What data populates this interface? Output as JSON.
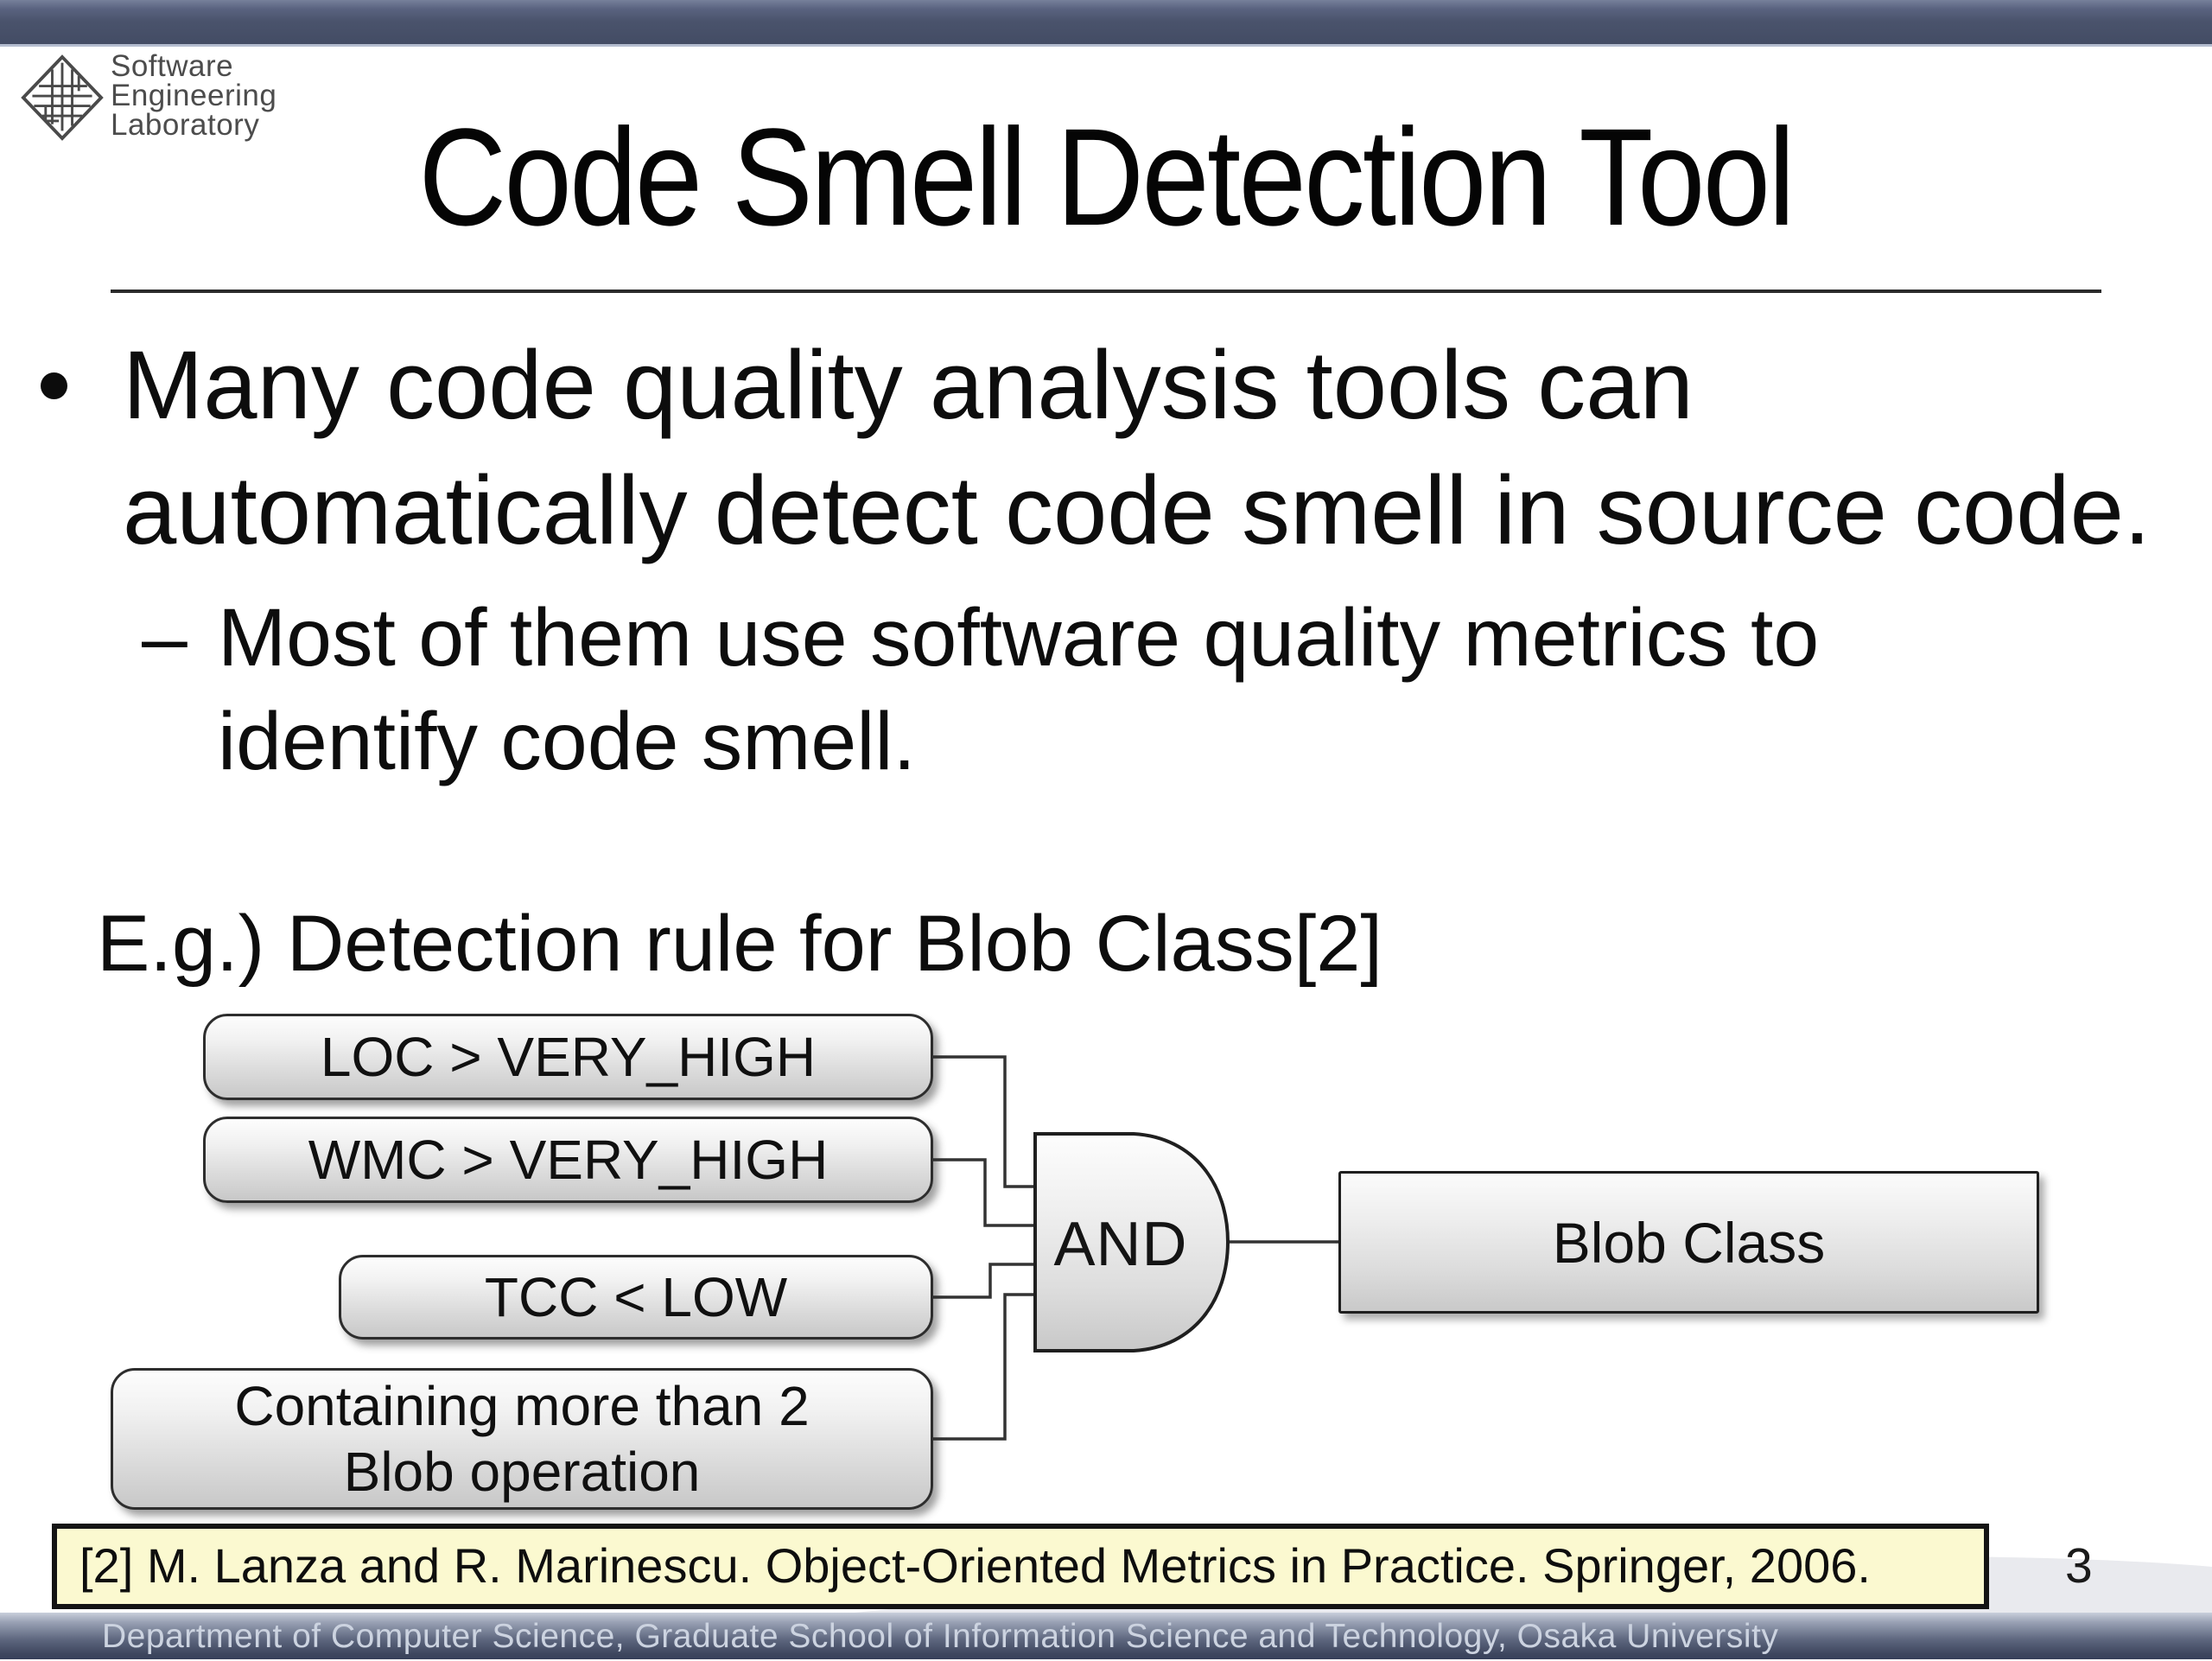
{
  "logo": {
    "icon": "software-engineering-laboratory-diamond-logo",
    "line1": "Software",
    "line2": "Engineering",
    "line3": "Laboratory"
  },
  "title": "Code Smell Detection Tool",
  "bullets": {
    "main_line1": "Many code quality analysis tools can",
    "main_line2": "automatically detect code smell in source code.",
    "sub_dash": "–",
    "sub_line1": "Most of them use software quality metrics to",
    "sub_line2": "identify code smell.",
    "example_label": "E.g.) Detection rule for Blob Class[2]"
  },
  "diagram": {
    "inputs": [
      {
        "label": "LOC > VERY_HIGH"
      },
      {
        "label": "WMC > VERY_HIGH"
      },
      {
        "label": "TCC < LOW"
      },
      {
        "line1": "Containing more than 2",
        "line2": "Blob operation"
      }
    ],
    "gate_label": "AND",
    "output_label": "Blob Class"
  },
  "citation": "[2] M. Lanza and R. Marinescu. Object-Oriented Metrics in Practice. Springer, 2006.",
  "page_number": "3",
  "footer": "Department of Computer Science, Graduate School of Information Science and Technology, Osaka University",
  "colors": {
    "top_bar": "#4a536c",
    "top_bar_edge": "#b4bccf",
    "footer_dark": "#37405a",
    "footer_text": "#ccd3e0",
    "citation_bg": "#fbf9d0",
    "citation_border": "#141414",
    "node_border": "#2d2d2d",
    "node_fill_top": "#fdfdfd",
    "node_fill_bottom": "#c8c8c8",
    "connector": "#333333",
    "body_text": "#0d0d0d",
    "logo_text": "#4c4c4c"
  }
}
